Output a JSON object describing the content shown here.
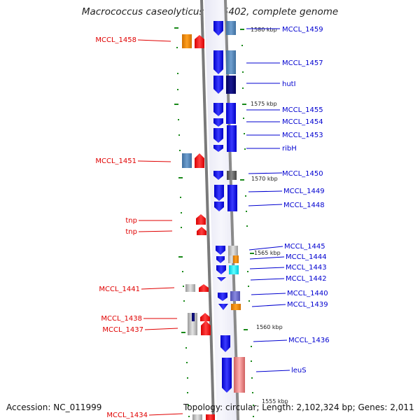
{
  "title": "Macrococcus caseolyticus JSC5402, complete genome",
  "accession": "Accession: NC_011999",
  "topology": "Topology: circular; Length: 2,102,324 bp; Genes: 2,011",
  "colors": {
    "backbone": "#777777",
    "tick": "#1a8a1a",
    "left_label": "#e00000",
    "right_label": "#0000d0",
    "gene_red": "#ff1010",
    "gene_blue": "#1010f0"
  },
  "kbp_markers": [
    "1580 kbp",
    "1575 kbp",
    "1570 kbp",
    "1565 kbp",
    "1560 kbp",
    "1555 kbp"
  ],
  "left_genes": [
    "MCCL_1458",
    "MCCL_1451",
    "tnp",
    "tnp",
    "MCCL_1441",
    "MCCL_1438",
    "MCCL_1437",
    "MCCL_1434"
  ],
  "right_genes": [
    "MCCL_1459",
    "MCCL_1457",
    "hutI",
    "MCCL_1455",
    "MCCL_1454",
    "MCCL_1453",
    "ribH",
    "MCCL_1450",
    "MCCL_1449",
    "MCCL_1448",
    "MCCL_1445",
    "MCCL_1444",
    "MCCL_1443",
    "MCCL_1442",
    "MCCL_1440",
    "MCCL_1439",
    "MCCL_1436",
    "leuS"
  ]
}
